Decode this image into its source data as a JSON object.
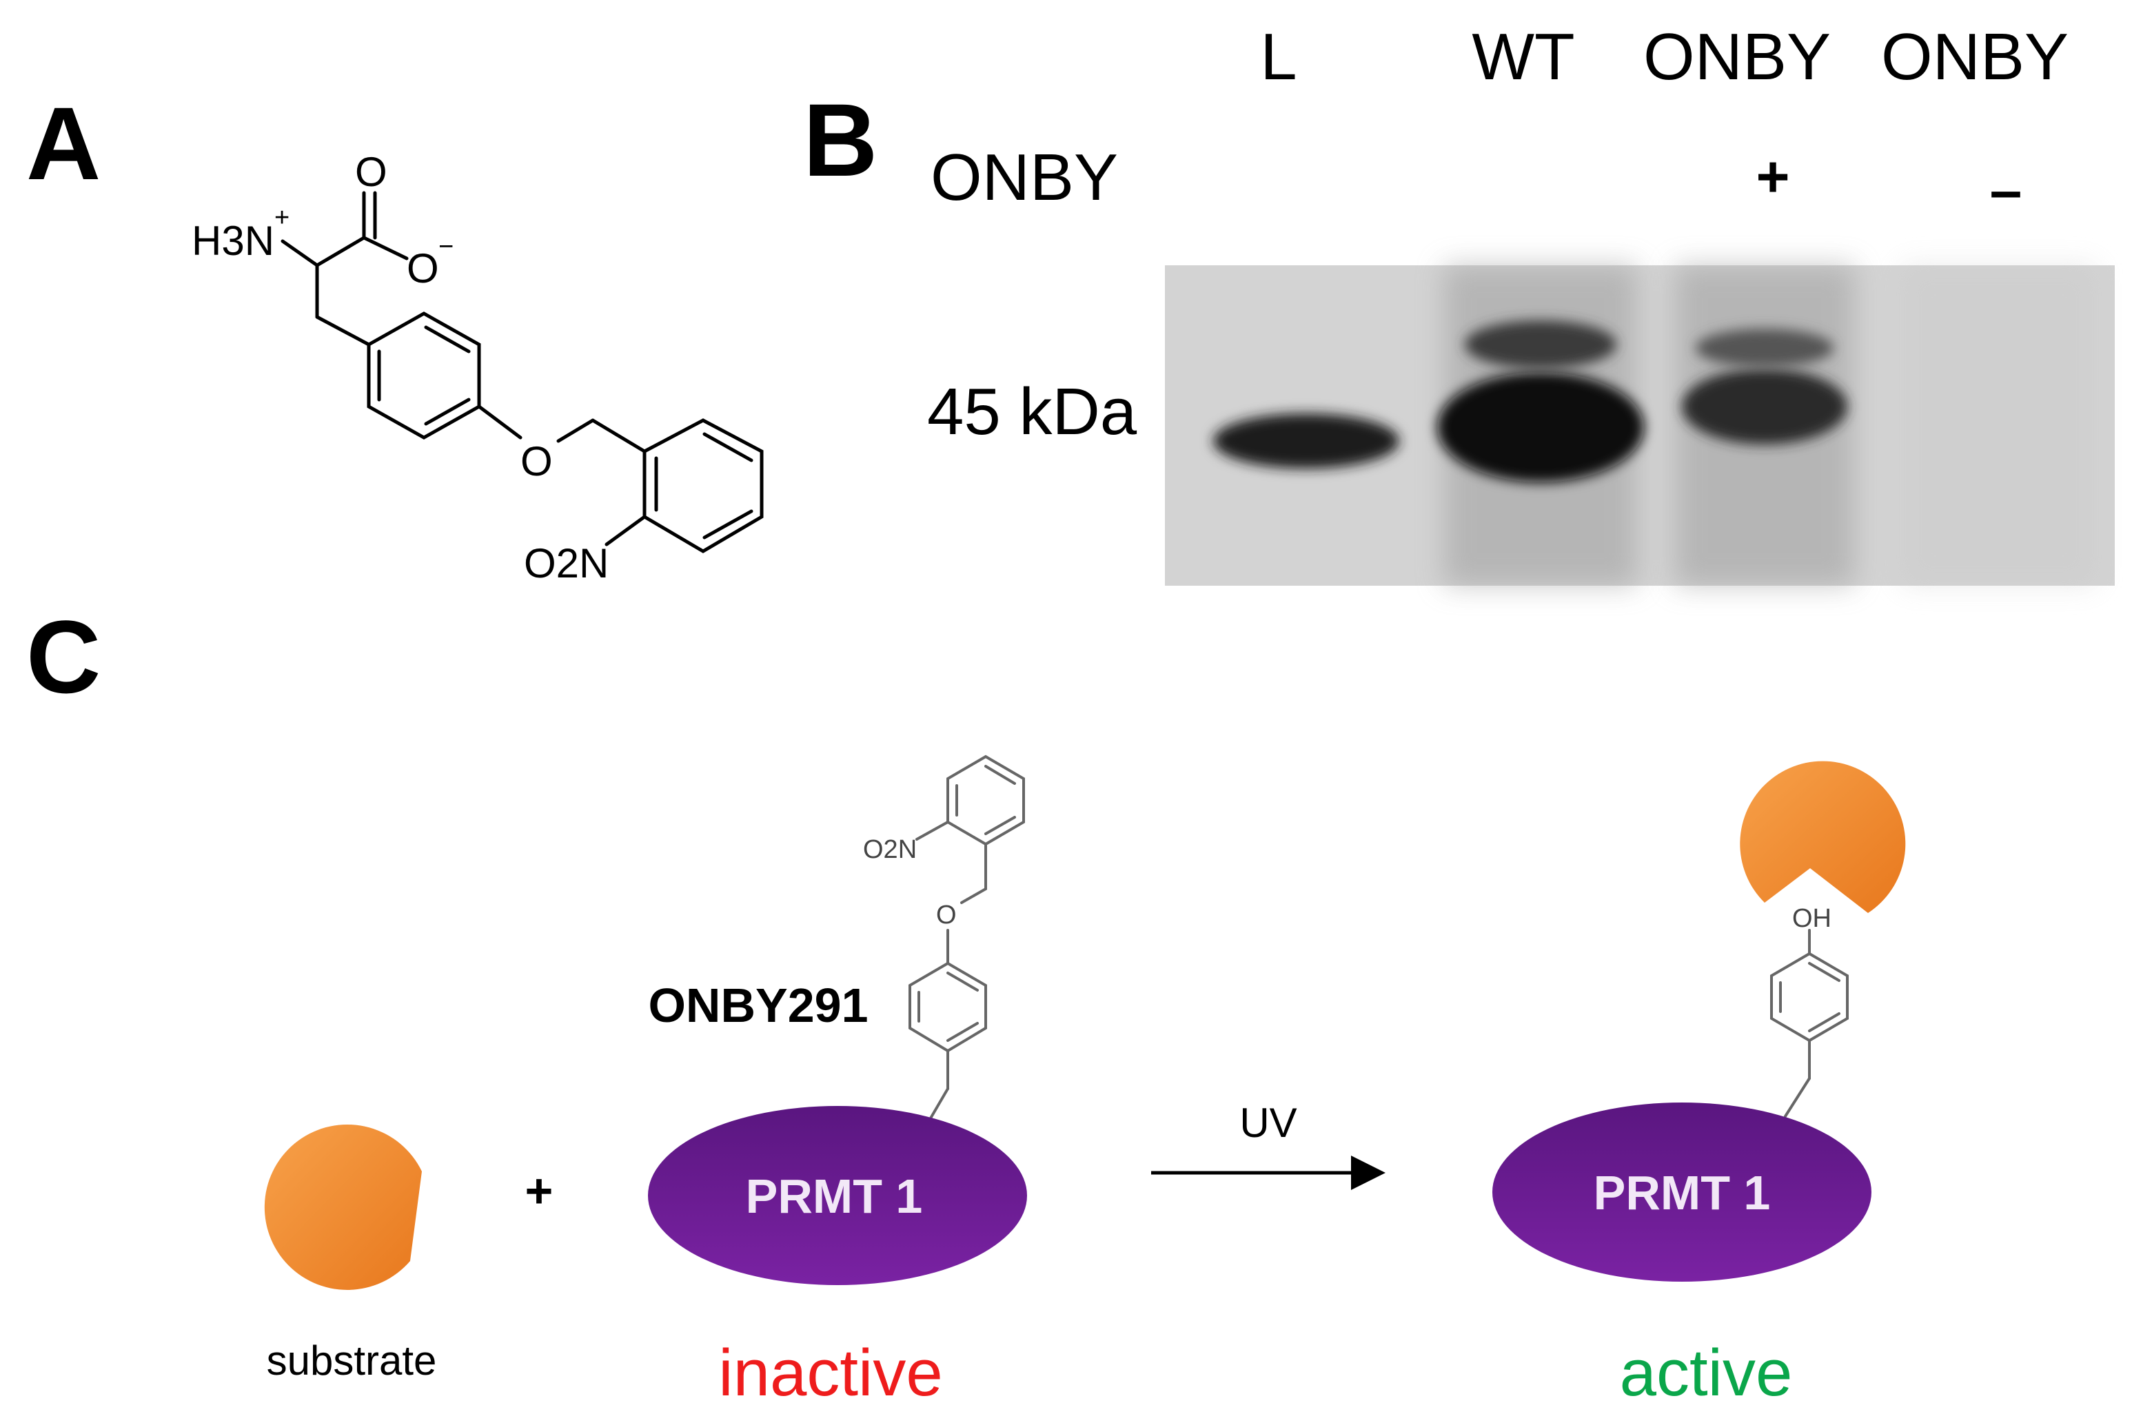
{
  "panels": {
    "a": "A",
    "b": "B",
    "c": "C"
  },
  "molecule_a": {
    "h3n": "H3N",
    "charge_plus": "+",
    "o_top": "O",
    "o_carboxylate": "O",
    "charge_minus": "−",
    "o_ether": "O",
    "o2n": "O2N"
  },
  "gel": {
    "lanes": [
      "L",
      "WT",
      "ONBY",
      "ONBY"
    ],
    "row_label": "ONBY",
    "treatment": [
      "",
      "",
      "+",
      "–"
    ],
    "marker": "45 kDa"
  },
  "scheme": {
    "substrate": "substrate",
    "plus": "+",
    "mutant_label": "ONBY291",
    "enzyme_left": "PRMT 1",
    "enzyme_right": "PRMT 1",
    "arrow_label": "UV",
    "inactive": "inactive",
    "active": "active",
    "o2n_small": "O2N",
    "o_small": "O",
    "oh_small": "OH"
  },
  "colors": {
    "enzyme": "#6a1b8f",
    "substrate": "#f28a2a",
    "inactive": "#ee1c1c",
    "active": "#0aa64a"
  }
}
